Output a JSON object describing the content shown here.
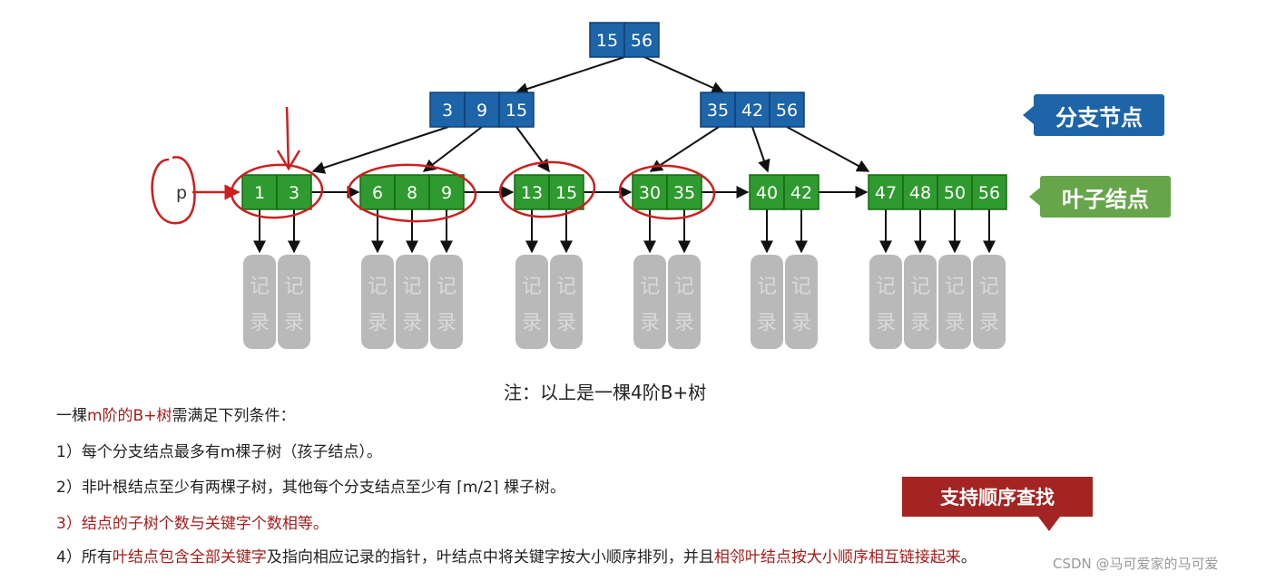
{
  "tree": {
    "root": {
      "keys": [
        "15",
        "56"
      ]
    },
    "branches": [
      {
        "keys": [
          "3",
          "9",
          "15"
        ]
      },
      {
        "keys": [
          "35",
          "42",
          "56"
        ]
      }
    ],
    "leaves": [
      {
        "keys": [
          "1",
          "3"
        ]
      },
      {
        "keys": [
          "6",
          "8",
          "9"
        ]
      },
      {
        "keys": [
          "13",
          "15"
        ]
      },
      {
        "keys": [
          "30",
          "35"
        ]
      },
      {
        "keys": [
          "40",
          "42"
        ]
      },
      {
        "keys": [
          "47",
          "48",
          "50",
          "56"
        ]
      }
    ],
    "record_label": [
      "记",
      "录"
    ],
    "pointer_label": "p",
    "colors": {
      "branch_node": "#1d64a8",
      "leaf_node": "#2f9a2f",
      "record": "#b9b9b9",
      "annotation": "#cc1f1f"
    }
  },
  "legend": {
    "branch_label": "分支节点",
    "leaf_label": "叶子结点"
  },
  "note": "注：以上是一棵4阶B+树",
  "conditions": {
    "intro_pre": "一棵",
    "intro_highlight": "m阶的B+树",
    "intro_post": "需满足下列条件：",
    "item1": "1）每个分支结点最多有m棵子树（孩子结点）。",
    "item2": "2）非叶根结点至少有两棵子树，其他每个分支结点至少有 ⌈m/2⌉ 棵子树。",
    "item3": "3）结点的子树个数与关键字个数相等。",
    "item4_a": "4）所有",
    "item4_b": "叶结点包含全部关键字",
    "item4_c": "及指向相应记录的指针，叶结点中将关键字按大小顺序排列，并且",
    "item4_d": "相邻叶结点按大小顺序相互链接起来",
    "item4_e": "。"
  },
  "callout": "支持顺序查找",
  "watermark": "CSDN @马可爱家的马可爱"
}
